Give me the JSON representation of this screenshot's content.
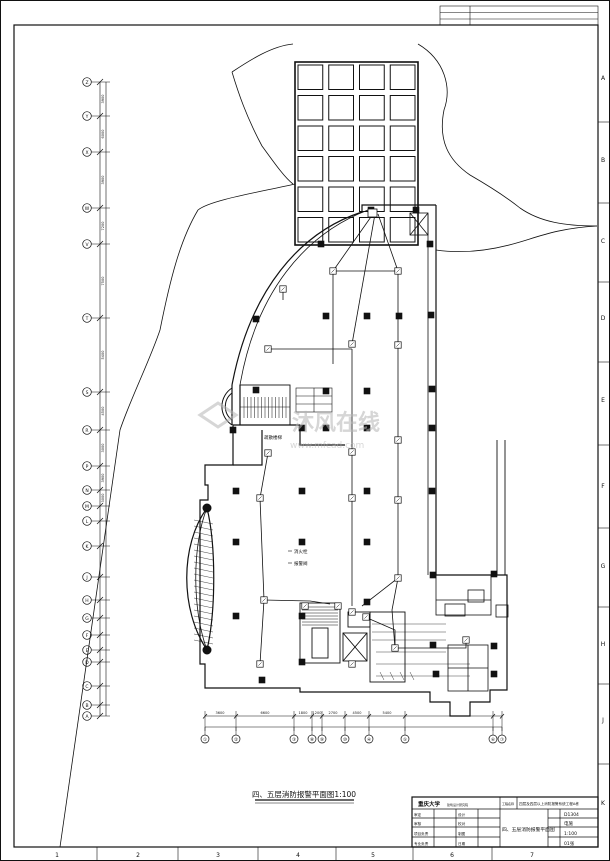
{
  "drawing": {
    "title": "四、五层消防报警平面图1:100",
    "sheet_title": "四、五层消防报警平面图",
    "project": "四层及四层以上消防报警系统工程A栋"
  },
  "notes": {
    "legend_1": "消火栓",
    "legend_2": "报警阀",
    "stair_tag": "疏散楼梯"
  },
  "title_block": {
    "company": "重庆大学",
    "company_sub": "建筑设计研究院",
    "drawing_no": "D1304",
    "discipline": "电施",
    "scale": "1:100",
    "sheet": "01张",
    "roles": [
      "审定",
      "审核",
      "项目负责",
      "专业负责"
    ],
    "roles_right": [
      "设计",
      "校对",
      "制图",
      "日期"
    ]
  },
  "column_markers": [
    "①",
    "②",
    "③",
    "⑧",
    "⑨",
    "⑩",
    "④",
    "⑤",
    "⑥",
    "⑦"
  ],
  "column_dims": [
    "3600",
    "6600",
    "1800",
    "1200",
    "2700",
    "4500",
    "5400"
  ],
  "grid_rows": [
    "Z",
    "Y",
    "X",
    "W",
    "V",
    "T",
    "S",
    "R",
    "P",
    "N",
    "M",
    "L",
    "K",
    "J",
    "H",
    "G",
    "F",
    "E",
    "D",
    "C",
    "B",
    "A"
  ],
  "row_dims": [
    "3900",
    "6000",
    "3900",
    "7200",
    "7500",
    "5400",
    "4500",
    "3000",
    "3900",
    "3000"
  ],
  "border": {
    "bottom_numbers": [
      "1",
      "2",
      "3",
      "4",
      "5",
      "6",
      "7"
    ],
    "side_letters": [
      "A",
      "B",
      "C",
      "D",
      "E",
      "F",
      "G",
      "H",
      "J",
      "K"
    ]
  },
  "colors": {
    "line": "#111111",
    "paper": "#ffffff",
    "watermark": "#b5b5b5"
  }
}
